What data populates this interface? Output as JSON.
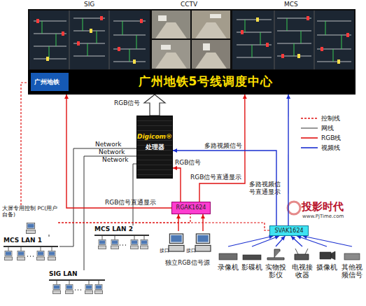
{
  "diagram": {
    "nodes": [
      {
        "text": [
          "广州地铁5号线调度中心"
        ]
      },
      {
        "text": [
          "Digicom®",
          "处理器"
        ]
      },
      {
        "text": [
          "RGAK1624"
        ]
      },
      {
        "text": [
          "SVAK1624"
        ]
      },
      {
        "text": [
          "大屏专用控制 PC(用户自备)"
        ]
      },
      {
        "text": [
          "MCS LAN 1"
        ]
      },
      {
        "text": [
          "MCS LAN 2"
        ]
      },
      {
        "text": [
          "SIG LAN"
        ]
      },
      {
        "text": [
          "独立RGB信号源"
        ]
      },
      {
        "text": [
          "录像机"
        ]
      },
      {
        "text": [
          "影碟机"
        ]
      },
      {
        "text": [
          "实物投 影仪"
        ]
      },
      {
        "text": [
          "电视接 收器"
        ]
      },
      {
        "text": [
          "摄像机"
        ]
      },
      {
        "text": [
          "其他视 频信号"
        ]
      }
    ],
    "edges": [
      {
        "from": 1,
        "to": 0,
        "label": "RGB信号",
        "arrow": "to"
      },
      {
        "from": 5,
        "to": 1,
        "label": "Network",
        "arrow": "none"
      },
      {
        "from": 7,
        "to": 1,
        "label": "Network",
        "arrow": "none"
      },
      {
        "from": 6,
        "to": 1,
        "label": "Network",
        "arrow": "none"
      },
      {
        "from": 2,
        "to": 1,
        "label": "RGB信号",
        "arrow": "to"
      },
      {
        "from": 2,
        "to": 0,
        "label": "RGB信号直通显示",
        "arrow": "to"
      },
      {
        "from": 2,
        "to": 0,
        "label": "RGB信号直通显示",
        "arrow": "to"
      },
      {
        "from": 3,
        "to": 1,
        "label": "多路视频信号",
        "arrow": "to"
      },
      {
        "from": 3,
        "to": 0,
        "label": "多路视频信 号直通显示",
        "arrow": "to"
      },
      {
        "from": 8,
        "to": 2,
        "arrow": "to"
      },
      {
        "from": 8,
        "to": 2,
        "arrow": "to"
      },
      {
        "from": 9,
        "to": 3,
        "arrow": "to"
      },
      {
        "from": 10,
        "to": 3,
        "arrow": "to"
      },
      {
        "from": 11,
        "to": 3,
        "arrow": "to"
      },
      {
        "from": 12,
        "to": 3,
        "arrow": "to"
      },
      {
        "from": 13,
        "to": 3,
        "arrow": "to"
      },
      {
        "from": 14,
        "to": 3,
        "arrow": "to"
      },
      {
        "from": 4,
        "to": 0,
        "arrow": "none"
      },
      {
        "from": 4,
        "to": 2,
        "arrow": "none"
      },
      {
        "from": 4,
        "to": 3,
        "arrow": "none"
      },
      {
        "from": 4,
        "to": 5,
        "arrow": "none"
      }
    ],
    "labels": [
      "SIG",
      "CCTV",
      "MCS",
      "广州地铁",
      "接口",
      "接口",
      "投影时代",
      "www.PjTime.com"
    ],
    "legend": [
      {
        "text": "控制线"
      },
      {
        "text": "网线"
      },
      {
        "text": "RGB线"
      },
      {
        "text": "视频线"
      }
    ]
  }
}
